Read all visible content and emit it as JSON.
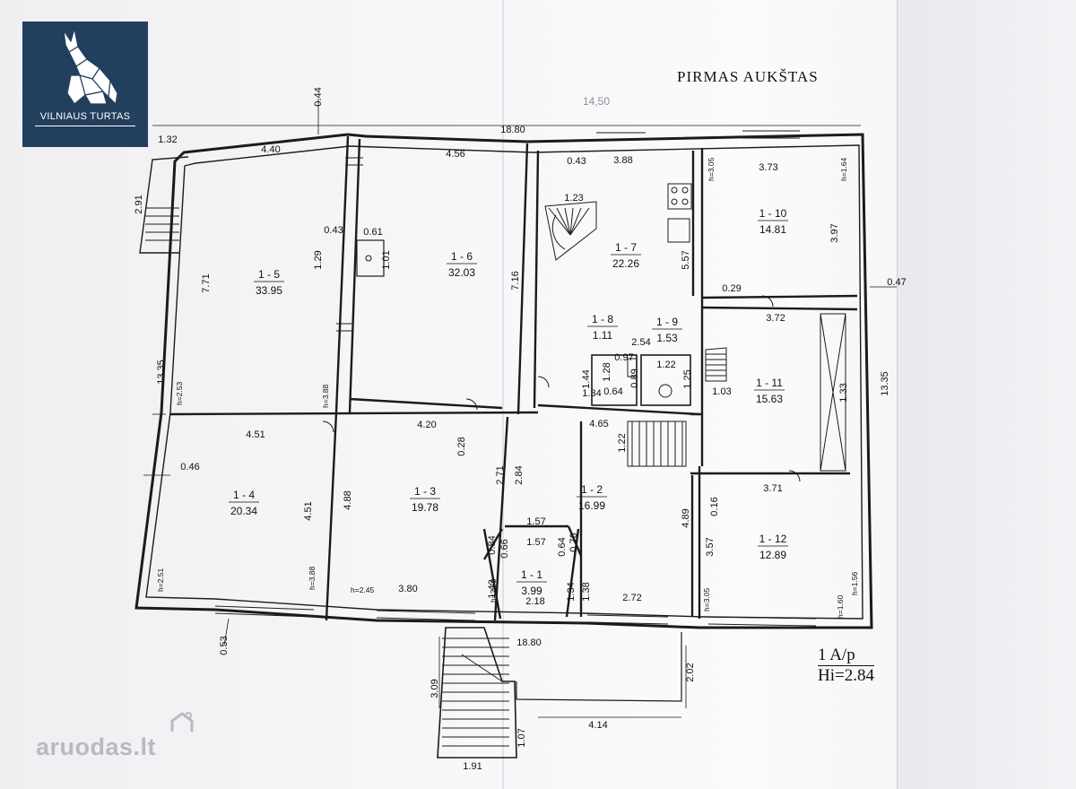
{
  "logo": {
    "brand": "VILNIAUS TURTAS",
    "icon": "wolf-icon",
    "bg_color": "#223f5e"
  },
  "watermark": {
    "text": "aruodas.lt"
  },
  "plan": {
    "title": "PIRMAS AUKŠTAS",
    "pencil_note": "14,50",
    "scale_top": "1 A/p",
    "scale_bottom": "Hi=2.84",
    "rooms": [
      {
        "id": "1 - 5",
        "area": "33.95"
      },
      {
        "id": "1 - 6",
        "area": "32.03"
      },
      {
        "id": "1 - 7",
        "area": "22.26"
      },
      {
        "id": "1 - 10",
        "area": "14.81"
      },
      {
        "id": "1 - 8",
        "area": "1.11"
      },
      {
        "id": "1 - 9",
        "area": "1.53"
      },
      {
        "id": "1 - 11",
        "area": "15.63"
      },
      {
        "id": "1 - 4",
        "area": "20.34"
      },
      {
        "id": "1 - 3",
        "area": "19.78"
      },
      {
        "id": "1 - 2",
        "area": "16.99"
      },
      {
        "id": "1 - 12",
        "area": "12.89"
      },
      {
        "id": "1 - 1",
        "area": "3.99"
      }
    ],
    "dimensions": [
      "0.44",
      "1.32",
      "18.80",
      "4.40",
      "4.56",
      "0.43",
      "3.88",
      "3.73",
      "2.91",
      "0.43",
      "0.61",
      "1.29",
      "1.01",
      "1.23",
      "7.71",
      "7.16",
      "5.57",
      "3.97",
      "0.29",
      "0.47",
      "3.72",
      "13.35",
      "13.35",
      "2.54",
      "0.97",
      "1.28",
      "1.44",
      "0.89",
      "1.22",
      "1.25",
      "0.64",
      "1.34",
      "1.03",
      "1.33",
      "4.20",
      "4.65",
      "4.51",
      "0.28",
      "1.22",
      "0.46",
      "2.71",
      "2.84",
      "4.51",
      "4.88",
      "3.71",
      "0.16",
      "0.84",
      "1.57",
      "0.66",
      "0.76",
      "1.57",
      "0.64",
      "4.89",
      "3.57",
      "1.43",
      "1.38",
      "1.34",
      "3.80",
      "2.72",
      "2.18",
      "0.53",
      "18.80",
      "2.02",
      "3.09",
      "4.14",
      "1.07",
      "1.91"
    ],
    "heights": [
      "h=2.53",
      "h=3.88",
      "h=3.05",
      "h=1.64",
      "h=2.51",
      "h=3.88",
      "h=2.45",
      "h=2.78",
      "h=3.05",
      "h=1.60",
      "h=1.56"
    ]
  }
}
